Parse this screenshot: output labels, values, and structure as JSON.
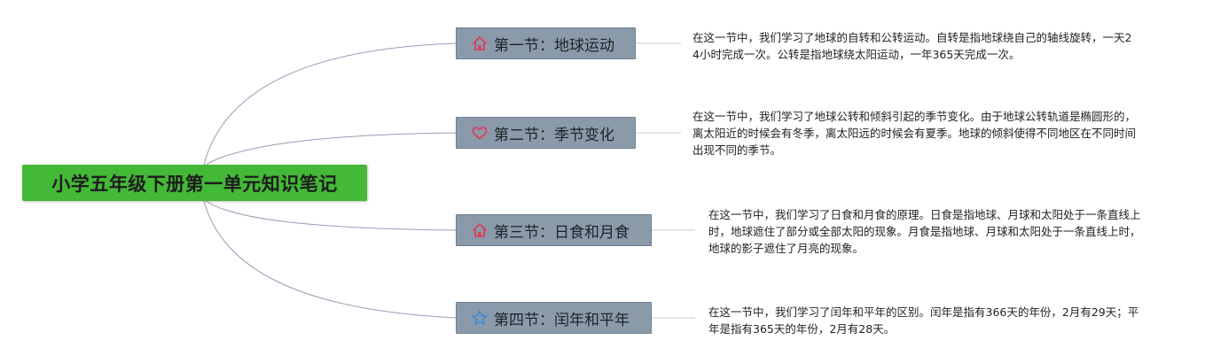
{
  "root": {
    "title": "小学五年级下册第一单元知识笔记",
    "color": "#44b837"
  },
  "topic_color": "#8a9aaa",
  "connector_color": "#9a9ab8",
  "sections": [
    {
      "title": "第一节：地球运动",
      "icon": "house-icon",
      "icon_color": "#d9405a",
      "note": "在这一节中，我们学习了地球的自转和公转运动。自转是指地球绕自己的轴线旋转，一天24小时完成一次。公转是指地球绕太阳运动，一年365天完成一次。"
    },
    {
      "title": "第二节：季节变化",
      "icon": "heart-icon",
      "icon_color": "#d9405a",
      "note": "在这一节中，我们学习了地球公转和倾斜引起的季节变化。由于地球公转轨道是椭圆形的，离太阳近的时候会有冬季，离太阳远的时候会有夏季。地球的倾斜使得不同地区在不同时间出现不同的季节。"
    },
    {
      "title": "第三节：日食和月食",
      "icon": "house-icon",
      "icon_color": "#d9405a",
      "note": "在这一节中，我们学习了日食和月食的原理。日食是指地球、月球和太阳处于一条直线上时，地球遮住了部分或全部太阳的现象。月食是指地球、月球和太阳处于一条直线上时，地球的影子遮住了月亮的现象。"
    },
    {
      "title": "第四节：闰年和平年",
      "icon": "star-icon",
      "icon_color": "#3a8fd9",
      "note": "在这一节中，我们学习了闰年和平年的区别。闰年是指有366天的年份，2月有29天；平年是指有365天的年份，2月有28天。"
    }
  ]
}
